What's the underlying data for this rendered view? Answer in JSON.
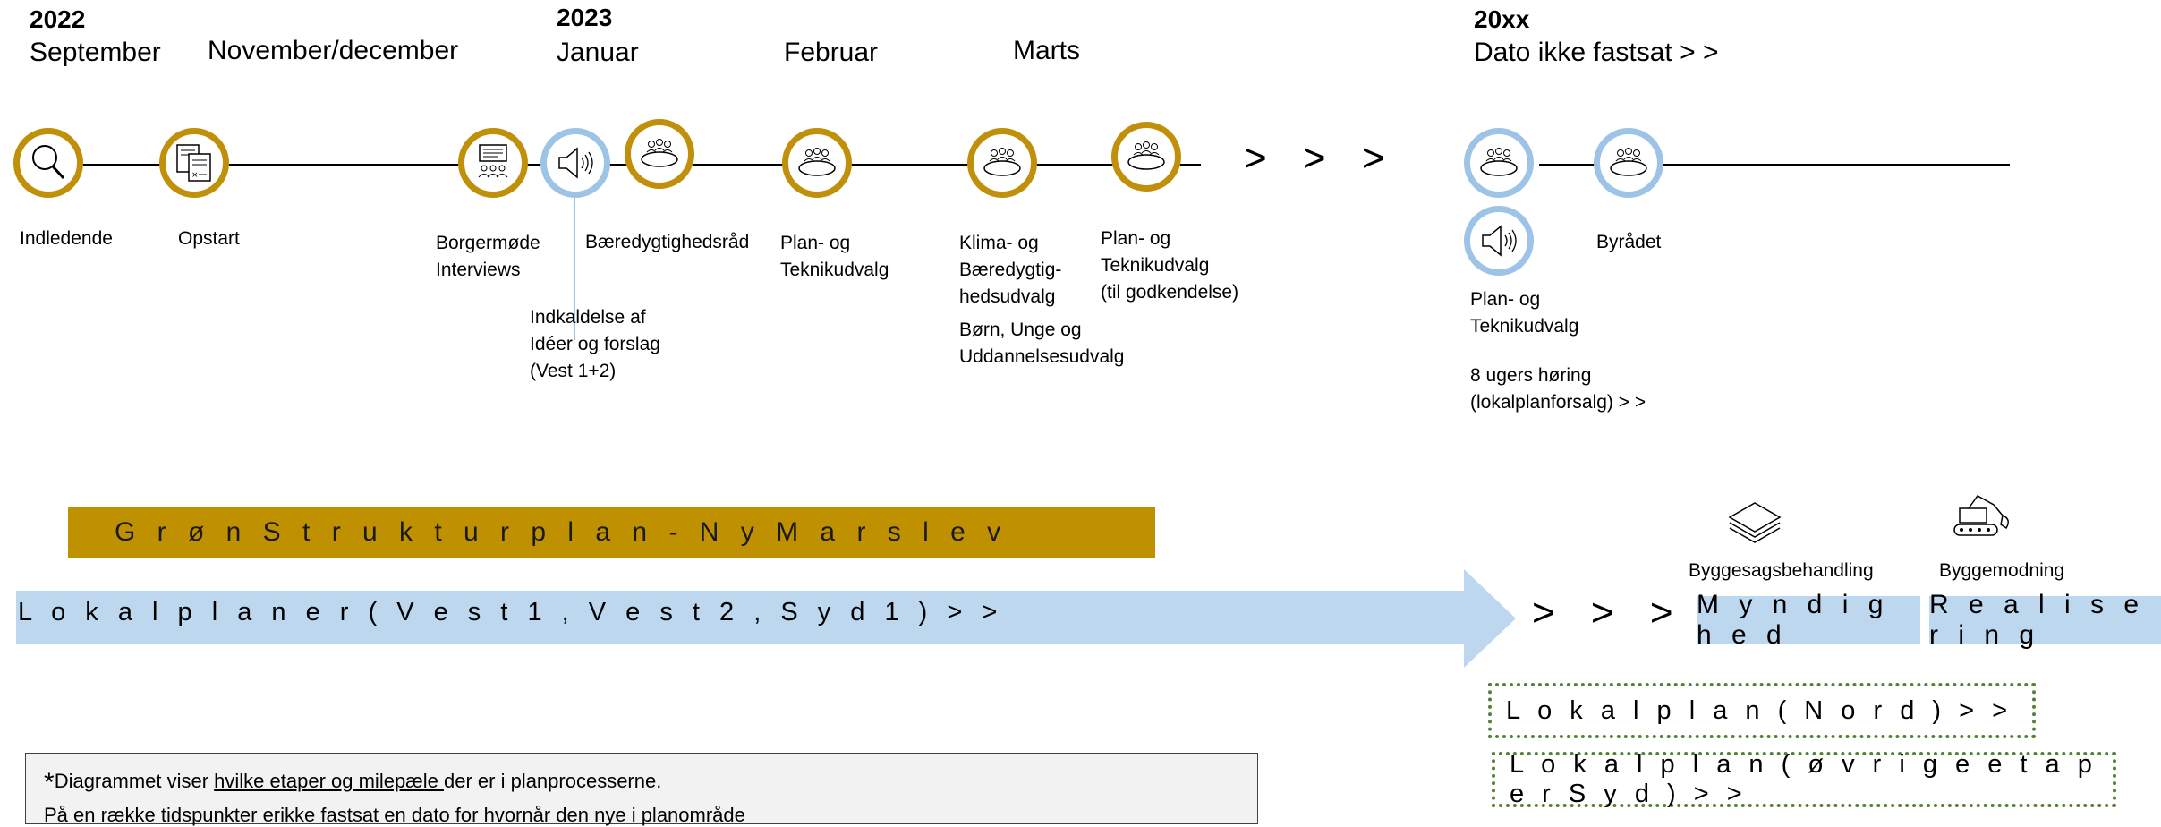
{
  "timeline": {
    "headers": [
      {
        "id": "h2022",
        "year": "2022",
        "month": "September"
      },
      {
        "id": "hnov",
        "year": "",
        "month": "November/december"
      },
      {
        "id": "h2023",
        "year": "2023",
        "month": "Januar"
      },
      {
        "id": "hfeb",
        "year": "",
        "month": "Februar"
      },
      {
        "id": "hmar",
        "year": "",
        "month": "Marts"
      },
      {
        "id": "h20xx",
        "year": "20xx",
        "month": "Dato ikke fastsat > >"
      }
    ],
    "continuation_arrows": "> > >",
    "milestones": [
      {
        "id": "indledende",
        "label": "Indledende",
        "icon": "magnifier-icon",
        "color": "gold"
      },
      {
        "id": "opstart",
        "label": "Opstart",
        "icon": "documents-icon",
        "color": "gold"
      },
      {
        "id": "borgermode",
        "label": "Borgermøde\nInterviews",
        "icon": "presentation-audience-icon",
        "color": "gold"
      },
      {
        "id": "indkaldelse",
        "label": "Indkaldelse af\nIdéer og forslag\n(Vest 1+2)",
        "icon": "megaphone-icon",
        "color": "blue"
      },
      {
        "id": "baeredygtighedsraad",
        "label": "Bæredygtighedsråd",
        "icon": "meeting-table-icon",
        "color": "gold"
      },
      {
        "id": "plan-teknik-1",
        "label": "Plan- og\nTeknikudvalg",
        "icon": "meeting-table-icon",
        "color": "gold"
      },
      {
        "id": "klima",
        "label": "Klima- og\nBæredygtig-\nhedsudvalg",
        "icon": "meeting-table-icon",
        "color": "gold"
      },
      {
        "id": "boern",
        "label": "Børn, Unge og\nUddannelsesudvalg",
        "icon": "",
        "color": ""
      },
      {
        "id": "plan-teknik-2",
        "label": "Plan- og\nTeknikudvalg\n(til godkendelse)",
        "icon": "meeting-table-icon",
        "color": "gold"
      },
      {
        "id": "plan-teknik-3",
        "label": "Plan- og\nTeknikudvalg",
        "icon": "meeting-table-icon",
        "color": "blue"
      },
      {
        "id": "hoering",
        "label": "8 ugers høring\n(lokalplanforsalg) > >",
        "icon": "megaphone-icon",
        "color": "blue"
      },
      {
        "id": "byraadet",
        "label": "Byrådet",
        "icon": "meeting-table-icon",
        "color": "blue"
      }
    ]
  },
  "phases": {
    "gron": "G r ø n  S t r u k t u r p l a n  - N y  M a r s l e v",
    "lokalplaner": "L o k a l p l a n e r  ( V e s t 1 ,  V e s t  2 ,  S y d 1 )  > >",
    "arrows": "> > >",
    "myndighed": "M y n d i g h e d",
    "realisering": "R e a l i s e r i n g",
    "byggesag": "Byggesagsbehandling",
    "byggemodning": "Byggemodning",
    "nord": "L o k a l p l a n  ( N o r d )  > >",
    "syd": "L o k a l p l a n  ( ø v r i g e  e t a p e r  S y d )  > >"
  },
  "note": {
    "star": "*",
    "pre": "Diagrammet viser ",
    "underlined": "hvilke etaper og milepæle ",
    "post": "der er i planprocesserne.",
    "line2": "På en række tidspunkter erikke fastsat en dato for hvornår den nye i planområde"
  },
  "colors": {
    "gold": "#C1900A",
    "blue": "#9DC3E6",
    "bar_blue": "#BDD7EE",
    "bar_gold": "#BF9000",
    "dotted": "#548235"
  }
}
